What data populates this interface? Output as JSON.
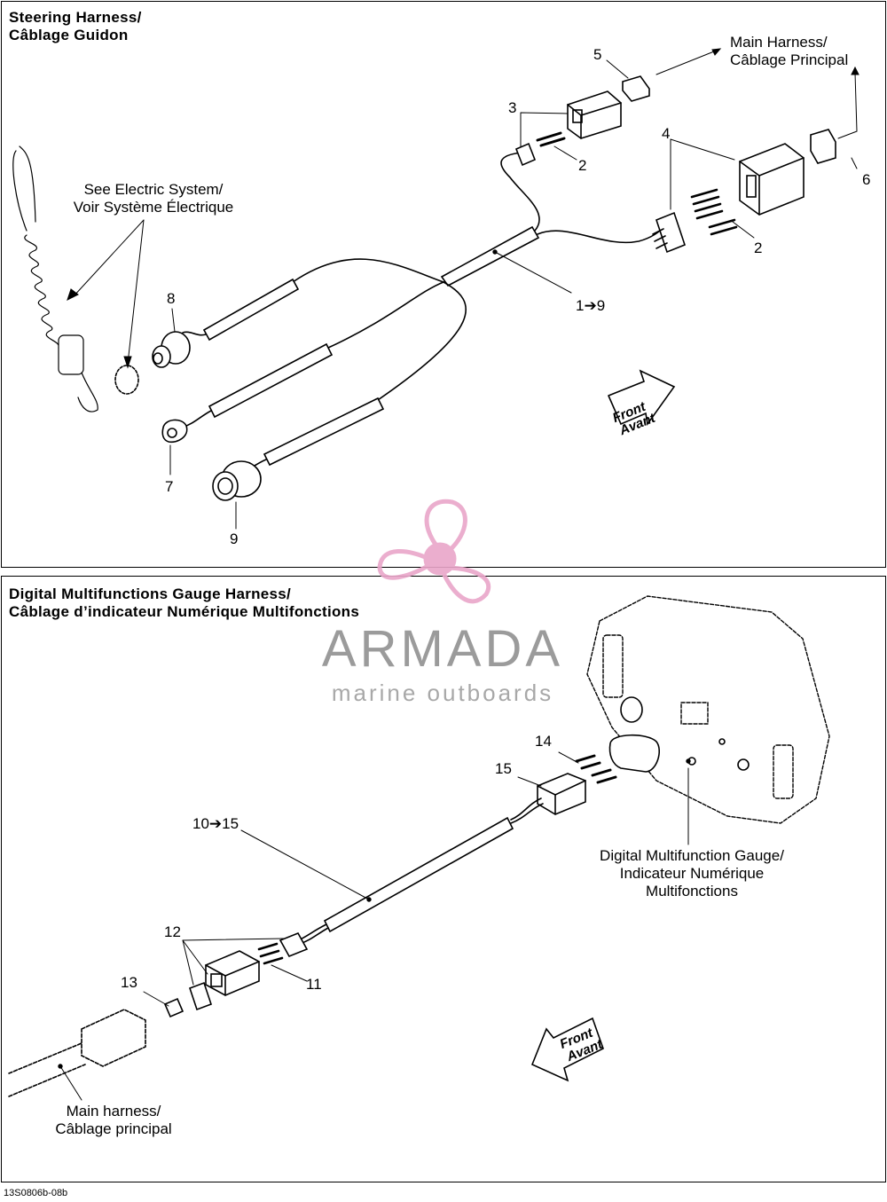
{
  "steering": {
    "title_line1": "Steering Harness/",
    "title_line2": "Câblage Guidon",
    "main_harness_line1": "Main Harness/",
    "main_harness_line2": "Câblage Principal",
    "see_electric_line1": "See Electric System/",
    "see_electric_line2": "Voir Système Électrique",
    "parts": {
      "p1": "1➔9",
      "p2a": "2",
      "p2b": "2",
      "p3": "3",
      "p4": "4",
      "p5": "5",
      "p6": "6",
      "p7": "7",
      "p8": "8",
      "p9": "9"
    },
    "front_line1": "Front",
    "front_line2": "Avant"
  },
  "gauge": {
    "title_line1": "Digital Multifunctions Gauge Harness/",
    "title_line2": "Câblage d’indicateur Numérique Multifonctions",
    "gauge_line1": "Digital Multifunction Gauge/",
    "gauge_line2": "Indicateur Numérique",
    "gauge_line3": "Multifonctions",
    "main_harness_line1": "Main harness/",
    "main_harness_line2": "Câblage principal",
    "parts": {
      "p10": "10➔15",
      "p11": "11",
      "p12": "12",
      "p13": "13",
      "p14": "14",
      "p15": "15"
    },
    "front_line1": "Front",
    "front_line2": "Avant"
  },
  "watermark": {
    "name": "ARMADA",
    "tagline": "marine outboards",
    "color": "#e9a6c9"
  },
  "drawing_code": "13S0806b-08b"
}
